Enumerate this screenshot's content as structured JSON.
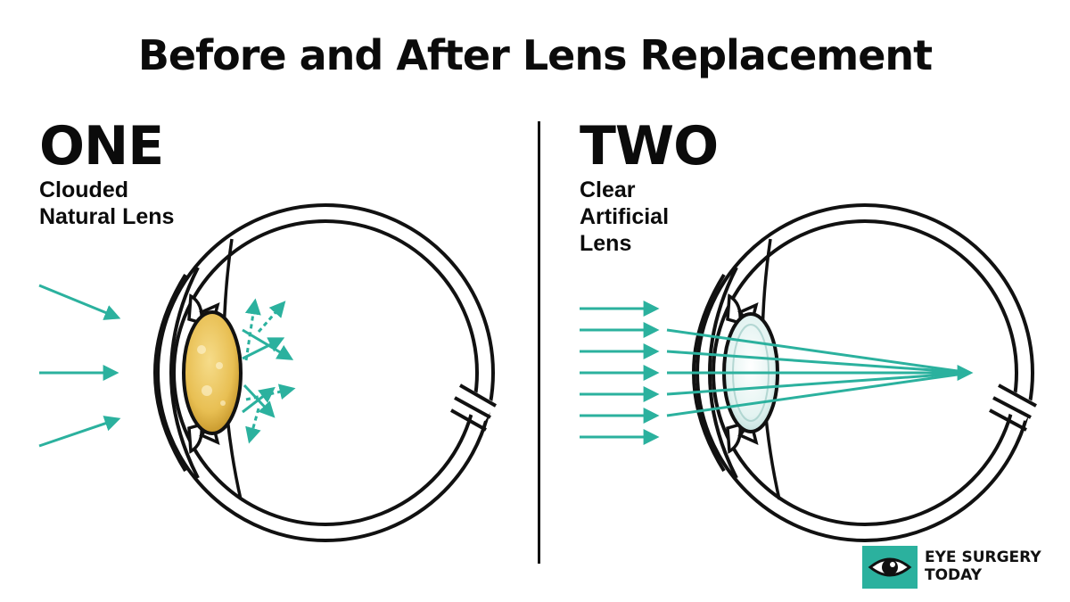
{
  "title": "Before and After Lens Replacement",
  "panels": {
    "one": {
      "number": "ONE",
      "label_line1": "Clouded",
      "label_line2": "Natural Lens"
    },
    "two": {
      "number": "TWO",
      "label_line1": "Clear",
      "label_line2": "Artificial",
      "label_line3": "Lens"
    }
  },
  "brand": {
    "line1": "EYE SURGERY",
    "line2": "TODAY",
    "icon": "eye-icon"
  },
  "colors": {
    "arrow": "#2bb19e",
    "clouded_lens": "#e8bf53",
    "clear_lens": "#dff0ef",
    "outline": "#111111",
    "brand_badge": "#2bb19e"
  }
}
